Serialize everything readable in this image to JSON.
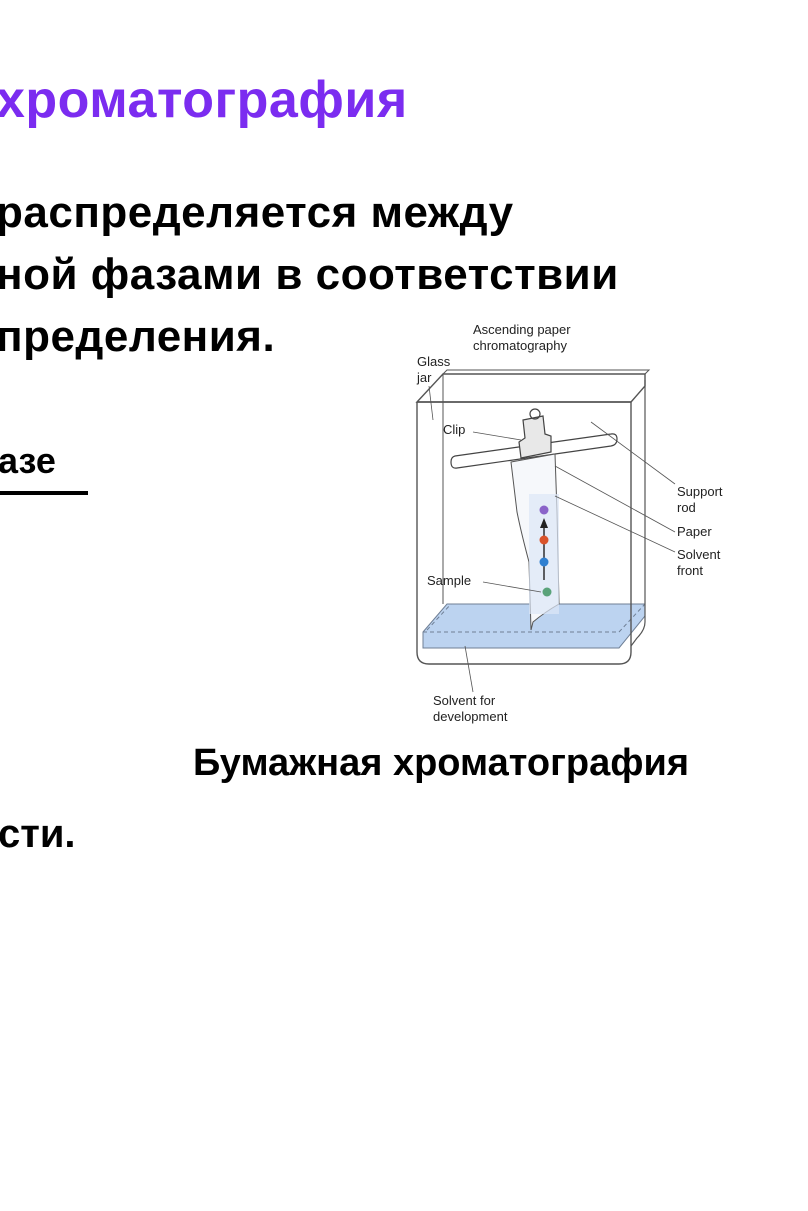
{
  "slide": {
    "title": "хроматография",
    "lines": [
      "распределяется между",
      "ной фазами в соответствии",
      "пределения."
    ],
    "underlined_fragment": "азе",
    "caption": "Бумажная хроматография",
    "tail_fragment": "сти."
  },
  "diagram": {
    "heading_line1": "Ascending paper",
    "heading_line2": "chromatography",
    "labels": {
      "glass_jar_1": "Glass",
      "glass_jar_2": "jar",
      "clip": "Clip",
      "support_rod_1": "Support",
      "support_rod_2": "rod",
      "paper": "Paper",
      "solvent_front_1": "Solvent",
      "solvent_front_2": "front",
      "sample": "Sample",
      "solvent_dev_1": "Solvent for",
      "solvent_dev_2": "development"
    },
    "colors": {
      "title": "#7b2cf0",
      "solvent": "#bcd3f0",
      "spot_purple": "#8a63c9",
      "spot_red": "#d9532b",
      "spot_blue": "#2f7fd0",
      "spot_green": "#5aa37a"
    }
  }
}
